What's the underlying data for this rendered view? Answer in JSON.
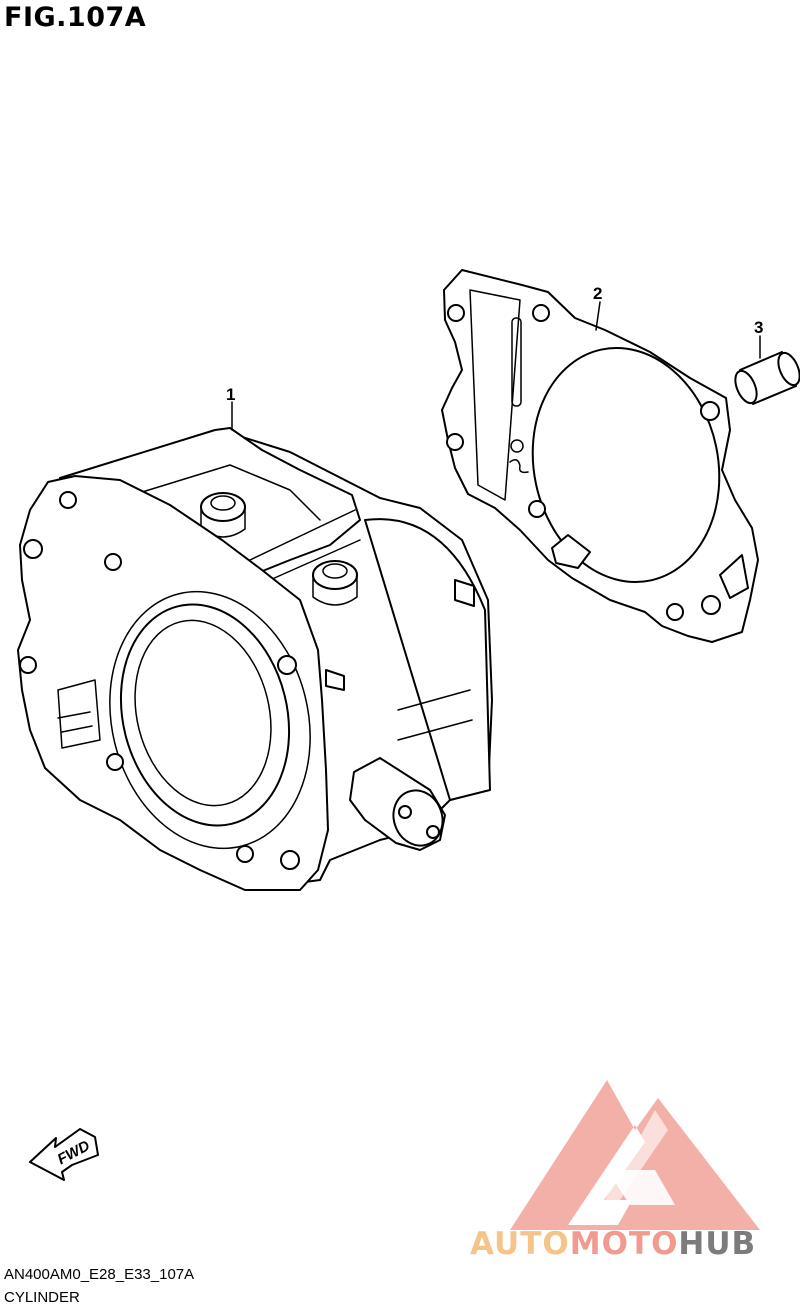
{
  "figure": {
    "title": "FIG.107A"
  },
  "callouts": [
    {
      "id": "1"
    },
    {
      "id": "2"
    },
    {
      "id": "3"
    }
  ],
  "footer": {
    "diagram_code": "AN400AM0_E28_E33_107A",
    "section_name": "CYLINDER"
  },
  "fwd_marker": {
    "text": "FWD",
    "icon": "forward-arrow-icon"
  },
  "watermark": {
    "parts": [
      "AUTO",
      "MOTO",
      "HUB"
    ],
    "colors": {
      "auto": "#f5c48a",
      "moto": "#f29a90",
      "hub": "#7c7c7c",
      "triangle": "#f1a29a"
    }
  }
}
